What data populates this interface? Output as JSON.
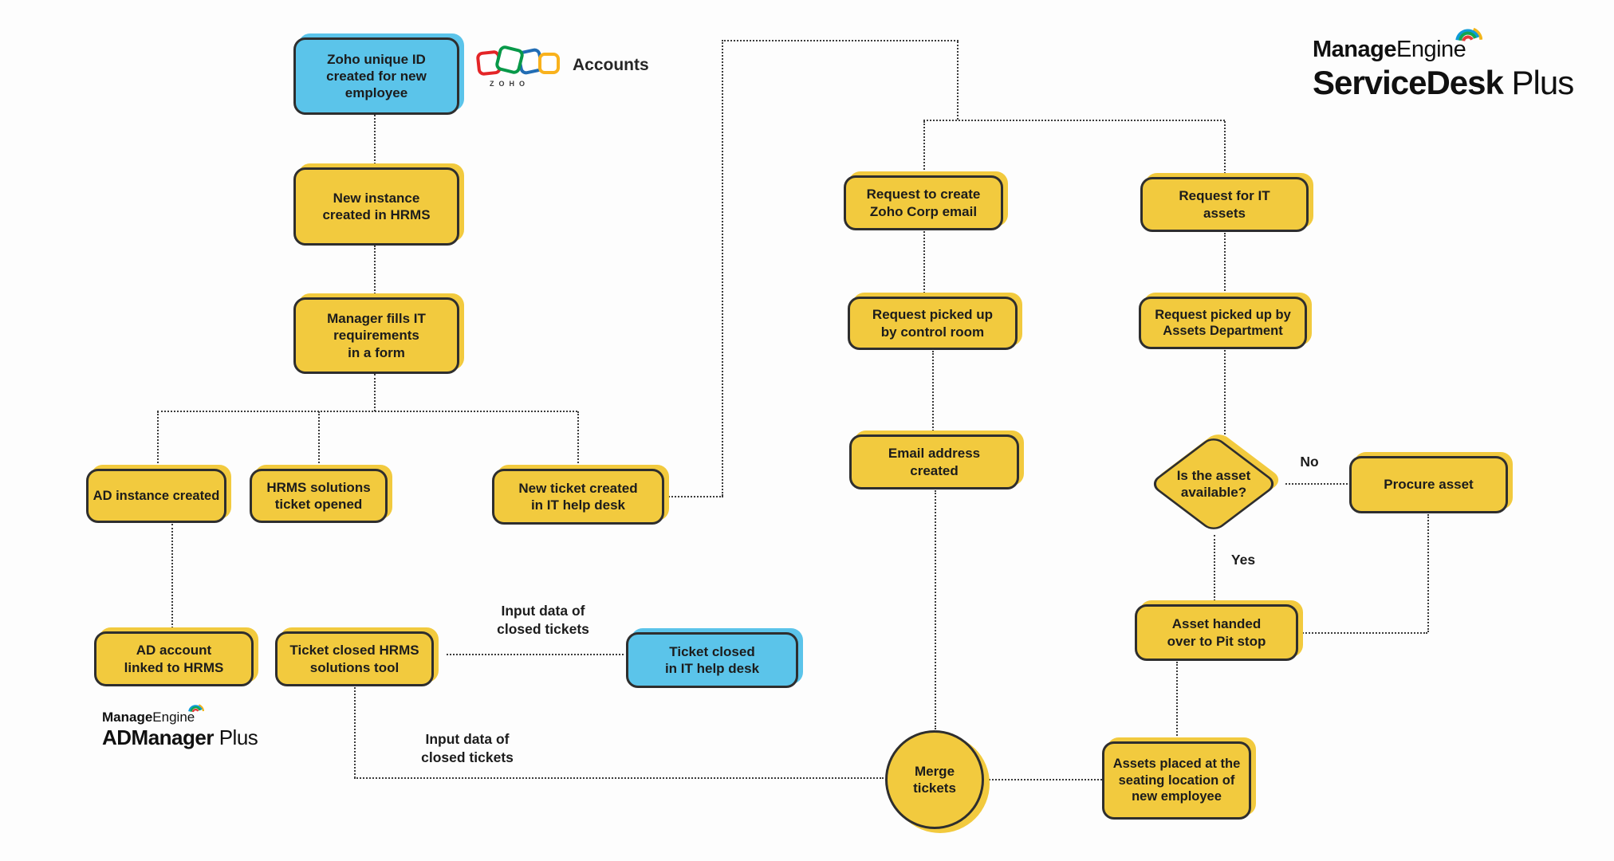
{
  "colors": {
    "node_yellow": "#F2CA3E",
    "node_blue": "#5BC4EA",
    "node_border": "#2E2E2E",
    "connector": "#3B3B3B",
    "zoho_red": "#E42527",
    "zoho_green": "#089949",
    "zoho_blue": "#226DB4",
    "zoho_yellow": "#F9B21D"
  },
  "nodes": {
    "zoho_id": {
      "text": "Zoho unique ID\ncreated for new\nemployee"
    },
    "new_instance": {
      "text": "New instance\ncreated in HRMS"
    },
    "manager_form": {
      "text": "Manager fills IT\nrequirements\nin a form"
    },
    "ad_instance": {
      "text": "AD instance created"
    },
    "hrms_ticket": {
      "text": "HRMS solutions\nticket opened"
    },
    "new_ticket": {
      "text": "New ticket created\nin IT help desk"
    },
    "ad_account": {
      "text": "AD account\nlinked to HRMS"
    },
    "ticket_closed_hrms": {
      "text": "Ticket closed HRMS\nsolutions tool"
    },
    "ticket_closed_helpdesk": {
      "text": "Ticket closed\nin IT help desk"
    },
    "req_email": {
      "text": "Request to create\nZoho Corp email"
    },
    "req_control": {
      "text": "Request picked up\nby control room"
    },
    "email_created": {
      "text": "Email address\ncreated"
    },
    "req_assets": {
      "text": "Request for IT\nassets"
    },
    "req_assets_dept": {
      "text": "Request picked up by\nAssets Department"
    },
    "asset_available": {
      "text": "Is the asset\navailable?"
    },
    "procure": {
      "text": "Procure asset"
    },
    "asset_handed": {
      "text": "Asset handed\nover to Pit stop"
    },
    "assets_placed": {
      "text": "Assets placed at the\nseating location of\nnew employee"
    },
    "merge": {
      "text": "Merge\ntickets"
    }
  },
  "labels": {
    "no": "No",
    "yes": "Yes",
    "input_top": "Input data of\nclosed tickets",
    "input_bottom": "Input data of\nclosed tickets"
  },
  "logos": {
    "zoho": {
      "brand": "ZOHO",
      "product": "Accounts"
    },
    "servicedesk": {
      "brand_bold": "Manage",
      "brand_regular": "Engine",
      "product_bold": "ServiceDesk",
      "product_light": " Plus"
    },
    "admanager": {
      "brand_bold": "Manage",
      "brand_regular": "Engine",
      "product_bold": "ADManager",
      "product_light": " Plus"
    }
  }
}
